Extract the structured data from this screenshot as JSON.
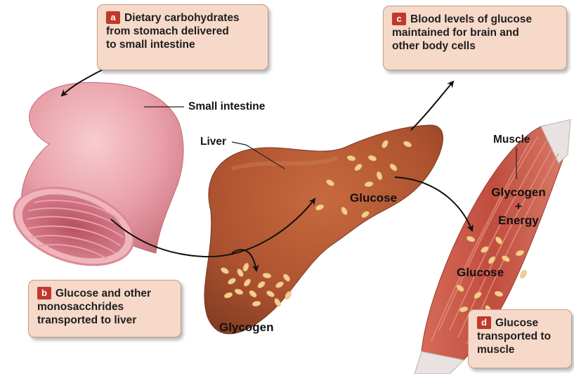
{
  "callouts": {
    "a": {
      "badge": "a",
      "lines": [
        "Dietary carbohydrates",
        "from stomach delivered",
        "to small intestine"
      ]
    },
    "b": {
      "badge": "b",
      "lines": [
        "Glucose and other",
        "monosacchrides",
        "transported to liver"
      ]
    },
    "c": {
      "badge": "c",
      "lines": [
        "Blood levels of glucose",
        "maintained for brain and",
        "other body cells"
      ]
    },
    "d": {
      "badge": "d",
      "lines": [
        "Glucose",
        "transported to",
        "muscle"
      ]
    }
  },
  "labels": {
    "small_intestine": "Small intestine",
    "liver": "Liver",
    "muscle": "Muscle",
    "liver_glucose": "Glucose",
    "liver_glycogen": "Glycogen",
    "muscle_glycogen": "Glycogen",
    "muscle_plus": "+",
    "muscle_energy": "Energy",
    "muscle_glucose": "Glucose"
  },
  "colors": {
    "callout_fill": "#f6d9c9",
    "badge": "#c0392b",
    "intestine": "#e9a3aa",
    "liver": "#b0532f",
    "muscle": "#c9584a",
    "glucose_dot": "#f3cf8f"
  }
}
